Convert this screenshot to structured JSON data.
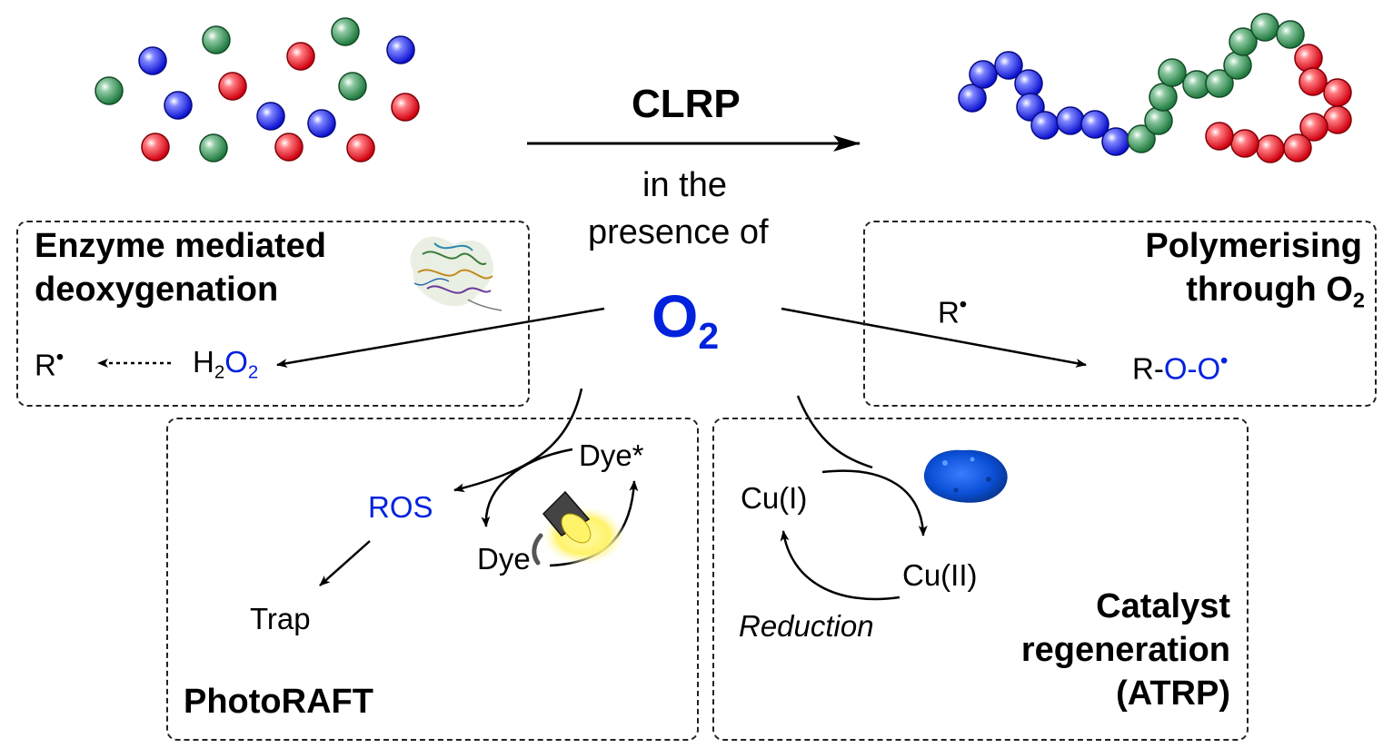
{
  "header": {
    "clrp": "CLRP",
    "condition_line1": "in the",
    "condition_line2": "presence of",
    "o2_main": "O",
    "o2_sub": "2"
  },
  "enzyme": {
    "title_line1": "Enzyme mediated",
    "title_line2": "deoxygenation",
    "r": "R",
    "h": "H",
    "h_sub": "2",
    "o": "O",
    "o_sub": "2"
  },
  "polymerising": {
    "title_line1": "Polymerising",
    "title_line2_text": "through O",
    "title_line2_sub": "2",
    "r": "R",
    "roo_r": "R-",
    "roo_o": "O-O"
  },
  "photoraft": {
    "title": "PhotoRAFT",
    "ros": "ROS",
    "trap": "Trap",
    "dye": "Dye",
    "dye_excited": "Dye*"
  },
  "atrp": {
    "title_line1": "Catalyst",
    "title_line2": "regeneration",
    "title_line3": "(ATRP)",
    "cu1": "Cu(I)",
    "cu2": "Cu(II)",
    "reduction": "Reduction"
  },
  "colors": {
    "monomer_red": "#e8141e",
    "monomer_green": "#2a8a4a",
    "monomer_blue": "#1a22e0",
    "accent_blue": "#0022dd"
  }
}
